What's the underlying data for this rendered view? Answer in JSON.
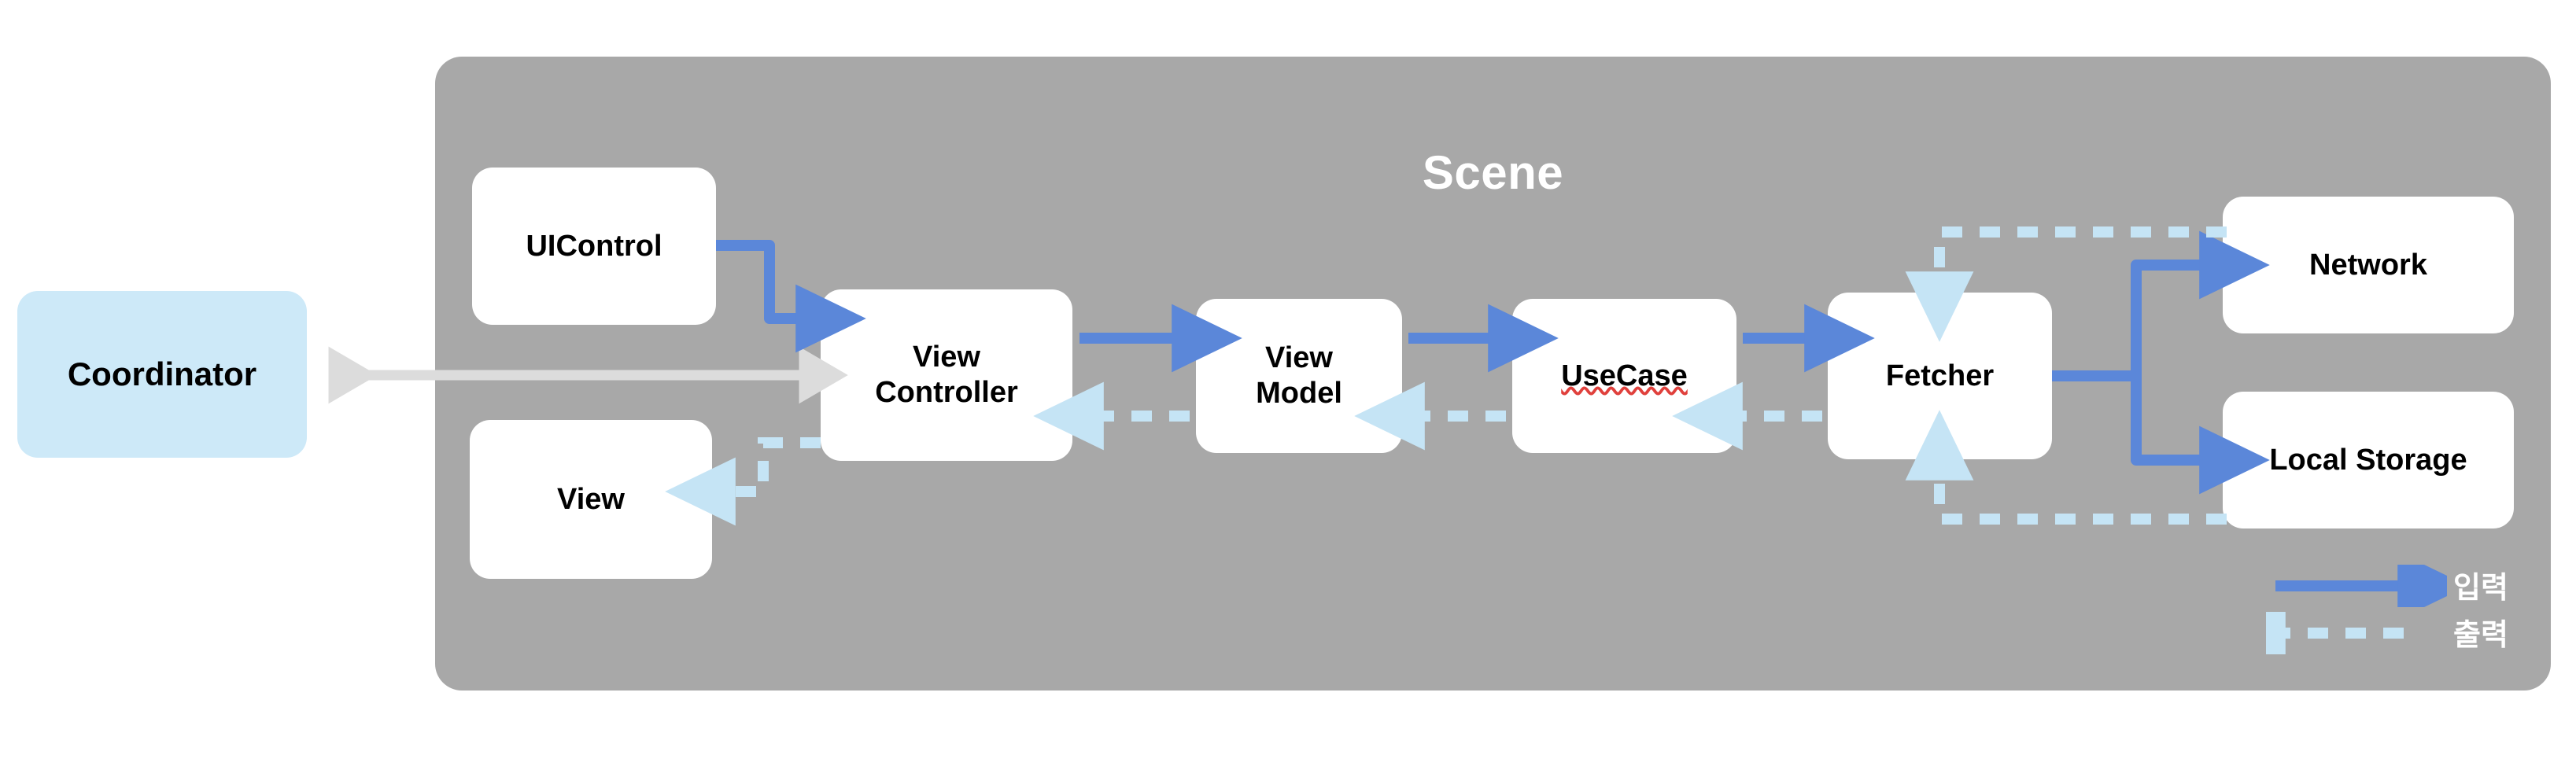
{
  "diagram": {
    "title": "Scene",
    "colors": {
      "scene_background": "#a8a8a8",
      "node_background": "#ffffff",
      "coordinator_background": "#cde9f8",
      "input_arrow": "#5b87d9",
      "output_arrow": "#c5e4f5",
      "bidirectional_arrow": "#dcdcdc",
      "title_text": "#ffffff",
      "node_text": "#000000",
      "spellcheck_underline": "#e0403c"
    },
    "external_nodes": [
      {
        "id": "coordinator",
        "label": "Coordinator"
      }
    ],
    "nodes": [
      {
        "id": "uicontrol",
        "label": "UIControl"
      },
      {
        "id": "view",
        "label": "View"
      },
      {
        "id": "viewcontroller",
        "label_line1": "View",
        "label_line2": "Controller"
      },
      {
        "id": "viewmodel",
        "label_line1": "View",
        "label_line2": "Model"
      },
      {
        "id": "usecase",
        "label": "UseCase",
        "spellcheck_error": true
      },
      {
        "id": "fetcher",
        "label": "Fetcher"
      },
      {
        "id": "network",
        "label": "Network"
      },
      {
        "id": "localstorage",
        "label": "Local Storage"
      }
    ],
    "edges": [
      {
        "from": "coordinator",
        "to": "viewcontroller",
        "style": "solid",
        "kind": "bidirectional",
        "color": "#dcdcdc"
      },
      {
        "from": "uicontrol",
        "to": "viewcontroller",
        "style": "solid",
        "kind": "input",
        "color": "#5b87d9"
      },
      {
        "from": "viewcontroller",
        "to": "view",
        "style": "dashed",
        "kind": "output",
        "color": "#c5e4f5"
      },
      {
        "from": "viewcontroller",
        "to": "viewmodel",
        "style": "solid",
        "kind": "input",
        "color": "#5b87d9"
      },
      {
        "from": "viewmodel",
        "to": "viewcontroller",
        "style": "dashed",
        "kind": "output",
        "color": "#c5e4f5"
      },
      {
        "from": "viewmodel",
        "to": "usecase",
        "style": "solid",
        "kind": "input",
        "color": "#5b87d9"
      },
      {
        "from": "usecase",
        "to": "viewmodel",
        "style": "dashed",
        "kind": "output",
        "color": "#c5e4f5"
      },
      {
        "from": "usecase",
        "to": "fetcher",
        "style": "solid",
        "kind": "input",
        "color": "#5b87d9"
      },
      {
        "from": "fetcher",
        "to": "usecase",
        "style": "dashed",
        "kind": "output",
        "color": "#c5e4f5"
      },
      {
        "from": "fetcher",
        "to": "network",
        "style": "solid",
        "kind": "input",
        "color": "#5b87d9"
      },
      {
        "from": "fetcher",
        "to": "localstorage",
        "style": "solid",
        "kind": "input",
        "color": "#5b87d9"
      },
      {
        "from": "network",
        "to": "fetcher",
        "style": "dashed",
        "kind": "output",
        "color": "#c5e4f5"
      },
      {
        "from": "localstorage",
        "to": "fetcher",
        "style": "dashed",
        "kind": "output",
        "color": "#c5e4f5"
      }
    ],
    "legend": {
      "items": [
        {
          "id": "input",
          "label": "입력",
          "style": "solid",
          "direction": "right",
          "color": "#5b87d9"
        },
        {
          "id": "output",
          "label": "출력",
          "style": "dashed",
          "direction": "left",
          "color": "#c5e4f5"
        }
      ]
    }
  }
}
